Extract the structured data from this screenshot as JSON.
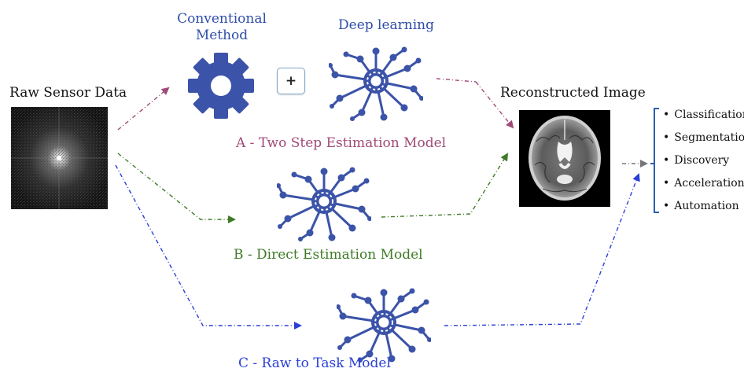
{
  "labels": {
    "raw_sensor": "Raw Sensor Data",
    "conventional": "Conventional Method",
    "conventional_line1": "Conventional",
    "conventional_line2": "Method",
    "deep_learning": "Deep learning",
    "plus": "+",
    "reconstructed": "Reconstructed Image"
  },
  "models": {
    "a": "A - Two Step Estimation Model",
    "b": "B - Direct Estimation  Model",
    "c": "C - Raw to Task Model"
  },
  "tasks": [
    "Classification",
    "Segmentation",
    "Discovery",
    "Acceleration",
    "Automation"
  ],
  "colors": {
    "icon_blue": "#3b53a8",
    "model_a": "#a04a78",
    "model_b": "#3f7a26",
    "model_c": "#2a3fd6",
    "arrow_gray": "#777777"
  },
  "icons": [
    "gear-icon",
    "neural-network-icon"
  ]
}
